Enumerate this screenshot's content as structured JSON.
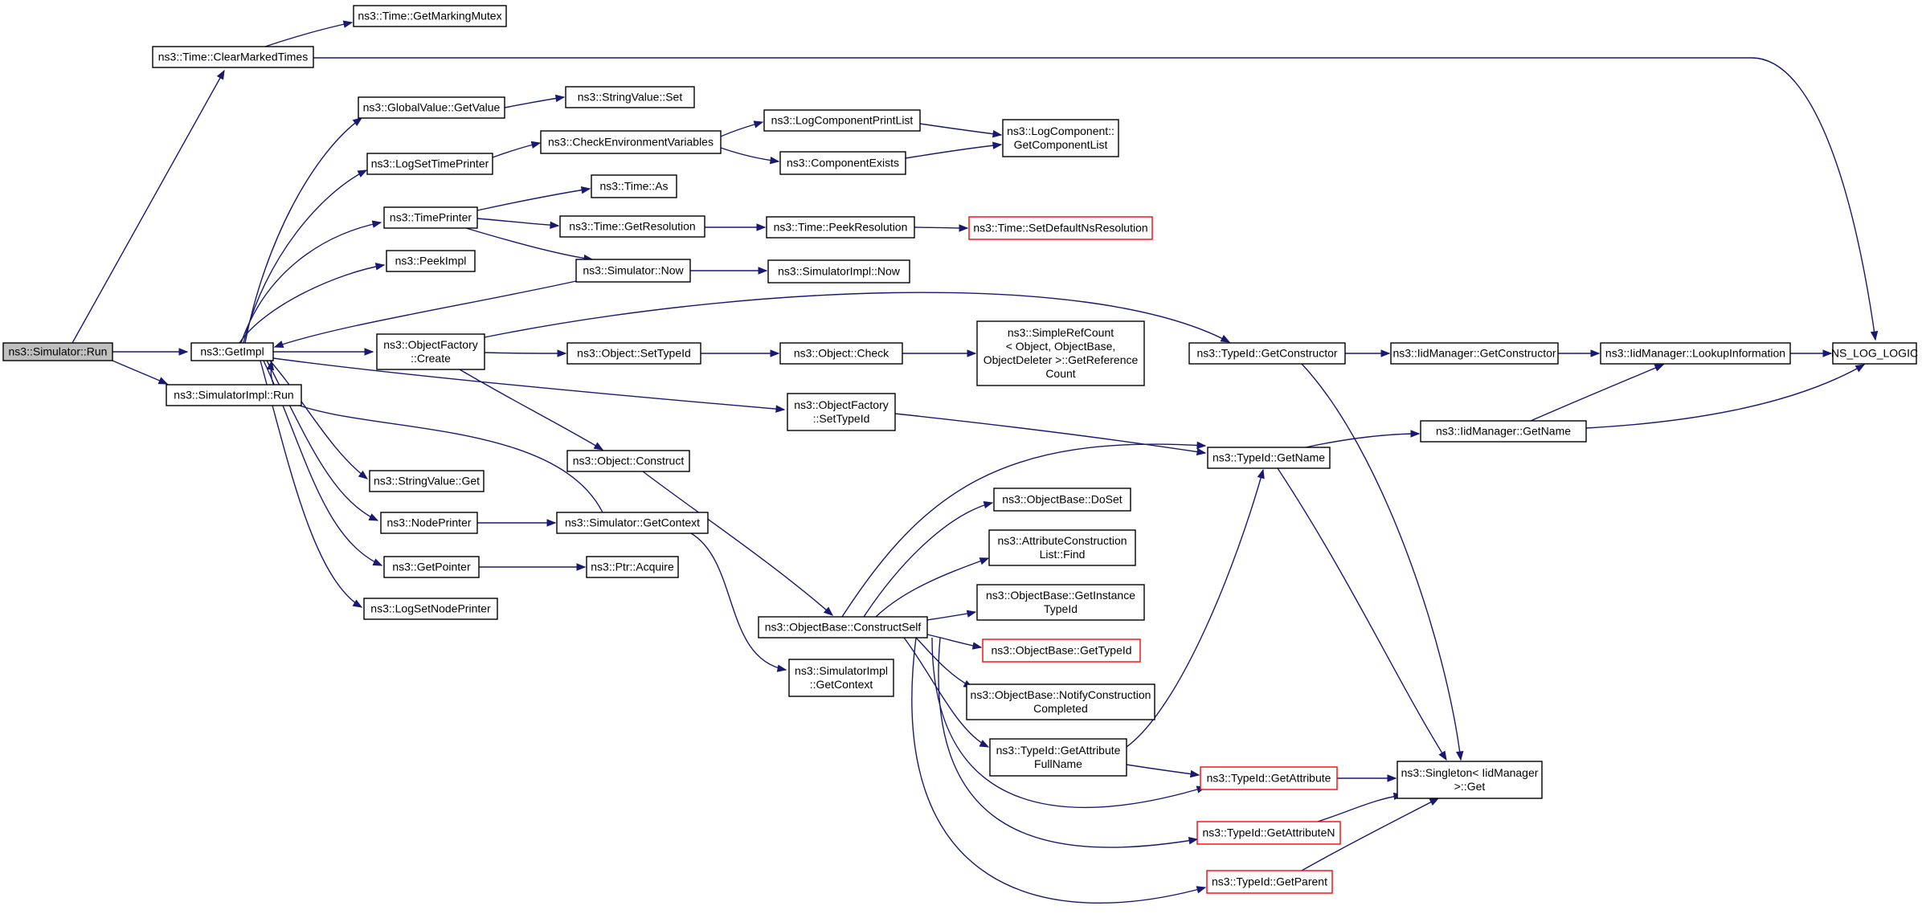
{
  "colors": {
    "edge": "#191970",
    "root_fill": "#bfbfbf",
    "truncated_border": "#ff0000",
    "border": "#000000"
  },
  "nodes": [
    {
      "id": "simulator-run",
      "lines": [
        "ns3::Simulator::Run"
      ],
      "kind": "root"
    },
    {
      "id": "time-get-marking-mutex",
      "lines": [
        "ns3::Time::GetMarkingMutex"
      ]
    },
    {
      "id": "time-clear-marked-times",
      "lines": [
        "ns3::Time::ClearMarkedTimes"
      ]
    },
    {
      "id": "get-impl",
      "lines": [
        "ns3::GetImpl"
      ]
    },
    {
      "id": "simulatorimpl-run",
      "lines": [
        "ns3::SimulatorImpl::Run"
      ]
    },
    {
      "id": "globalvalue-getvalue",
      "lines": [
        "ns3::GlobalValue::GetValue"
      ]
    },
    {
      "id": "stringvalue-set",
      "lines": [
        "ns3::StringValue::Set"
      ]
    },
    {
      "id": "log-set-time-printer",
      "lines": [
        "ns3::LogSetTimePrinter"
      ]
    },
    {
      "id": "check-environment-variables",
      "lines": [
        "ns3::CheckEnvironmentVariables"
      ]
    },
    {
      "id": "log-component-print-list",
      "lines": [
        "ns3::LogComponentPrintList"
      ]
    },
    {
      "id": "component-exists",
      "lines": [
        "ns3::ComponentExists"
      ]
    },
    {
      "id": "logcomponent-getcomponentlist",
      "lines": [
        "ns3::LogComponent::",
        "GetComponentList"
      ]
    },
    {
      "id": "time-printer",
      "lines": [
        "ns3::TimePrinter"
      ]
    },
    {
      "id": "time-as",
      "lines": [
        "ns3::Time::As"
      ]
    },
    {
      "id": "time-get-resolution",
      "lines": [
        "ns3::Time::GetResolution"
      ]
    },
    {
      "id": "time-peek-resolution",
      "lines": [
        "ns3::Time::PeekResolution"
      ]
    },
    {
      "id": "time-set-default-ns-resolution",
      "lines": [
        "ns3::Time::SetDefaultNsResolution"
      ],
      "kind": "truncated"
    },
    {
      "id": "peek-impl",
      "lines": [
        "ns3::PeekImpl"
      ]
    },
    {
      "id": "simulator-now",
      "lines": [
        "ns3::Simulator::Now"
      ]
    },
    {
      "id": "simulatorimpl-now",
      "lines": [
        "ns3::SimulatorImpl::Now"
      ]
    },
    {
      "id": "objectfactory-create",
      "lines": [
        "ns3::ObjectFactory",
        "::Create"
      ]
    },
    {
      "id": "object-settypeid",
      "lines": [
        "ns3::Object::SetTypeId"
      ]
    },
    {
      "id": "object-check",
      "lines": [
        "ns3::Object::Check"
      ]
    },
    {
      "id": "simplerefcount-getreferencecount",
      "lines": [
        "ns3::SimpleRefCount",
        "< Object, ObjectBase,",
        "ObjectDeleter >::GetReference",
        "Count"
      ]
    },
    {
      "id": "typeid-getconstructor",
      "lines": [
        "ns3::TypeId::GetConstructor"
      ]
    },
    {
      "id": "iidmanager-getconstructor",
      "lines": [
        "ns3::IidManager::GetConstructor"
      ]
    },
    {
      "id": "iidmanager-lookupinformation",
      "lines": [
        "ns3::IidManager::LookupInformation"
      ]
    },
    {
      "id": "ns-log-logic",
      "lines": [
        "NS_LOG_LOGIC"
      ]
    },
    {
      "id": "iidmanager-getname",
      "lines": [
        "ns3::IidManager::GetName"
      ]
    },
    {
      "id": "objectfactory-settypeid",
      "lines": [
        "ns3::ObjectFactory",
        "::SetTypeId"
      ]
    },
    {
      "id": "typeid-getname",
      "lines": [
        "ns3::TypeId::GetName"
      ]
    },
    {
      "id": "object-construct",
      "lines": [
        "ns3::Object::Construct"
      ]
    },
    {
      "id": "stringvalue-get",
      "lines": [
        "ns3::StringValue::Get"
      ]
    },
    {
      "id": "node-printer",
      "lines": [
        "ns3::NodePrinter"
      ]
    },
    {
      "id": "simulator-getcontext",
      "lines": [
        "ns3::Simulator::GetContext"
      ]
    },
    {
      "id": "get-pointer",
      "lines": [
        "ns3::GetPointer"
      ]
    },
    {
      "id": "ptr-acquire",
      "lines": [
        "ns3::Ptr::Acquire"
      ]
    },
    {
      "id": "log-set-node-printer",
      "lines": [
        "ns3::LogSetNodePrinter"
      ]
    },
    {
      "id": "objectbase-doset",
      "lines": [
        "ns3::ObjectBase::DoSet"
      ]
    },
    {
      "id": "attributeconstructionlist-find",
      "lines": [
        "ns3::AttributeConstruction",
        "List::Find"
      ]
    },
    {
      "id": "objectbase-getinstancetypeid",
      "lines": [
        "ns3::ObjectBase::GetInstance",
        "TypeId"
      ]
    },
    {
      "id": "objectbase-constructself",
      "lines": [
        "ns3::ObjectBase::ConstructSelf"
      ]
    },
    {
      "id": "objectbase-gettypeid",
      "lines": [
        "ns3::ObjectBase::GetTypeId"
      ],
      "kind": "truncated"
    },
    {
      "id": "simulatorimpl-getcontext",
      "lines": [
        "ns3::SimulatorImpl",
        "::GetContext"
      ]
    },
    {
      "id": "objectbase-notifyconstructioncompleted",
      "lines": [
        "ns3::ObjectBase::NotifyConstruction",
        "Completed"
      ]
    },
    {
      "id": "typeid-getattributefullname",
      "lines": [
        "ns3::TypeId::GetAttribute",
        "FullName"
      ]
    },
    {
      "id": "typeid-getattribute",
      "lines": [
        "ns3::TypeId::GetAttribute"
      ],
      "kind": "truncated"
    },
    {
      "id": "singleton-iidmanager-get",
      "lines": [
        "ns3::Singleton< IidManager",
        ">::Get"
      ]
    },
    {
      "id": "typeid-getattributen",
      "lines": [
        "ns3::TypeId::GetAttributeN"
      ],
      "kind": "truncated"
    },
    {
      "id": "typeid-getparent",
      "lines": [
        "ns3::TypeId::GetParent"
      ],
      "kind": "truncated"
    }
  ]
}
